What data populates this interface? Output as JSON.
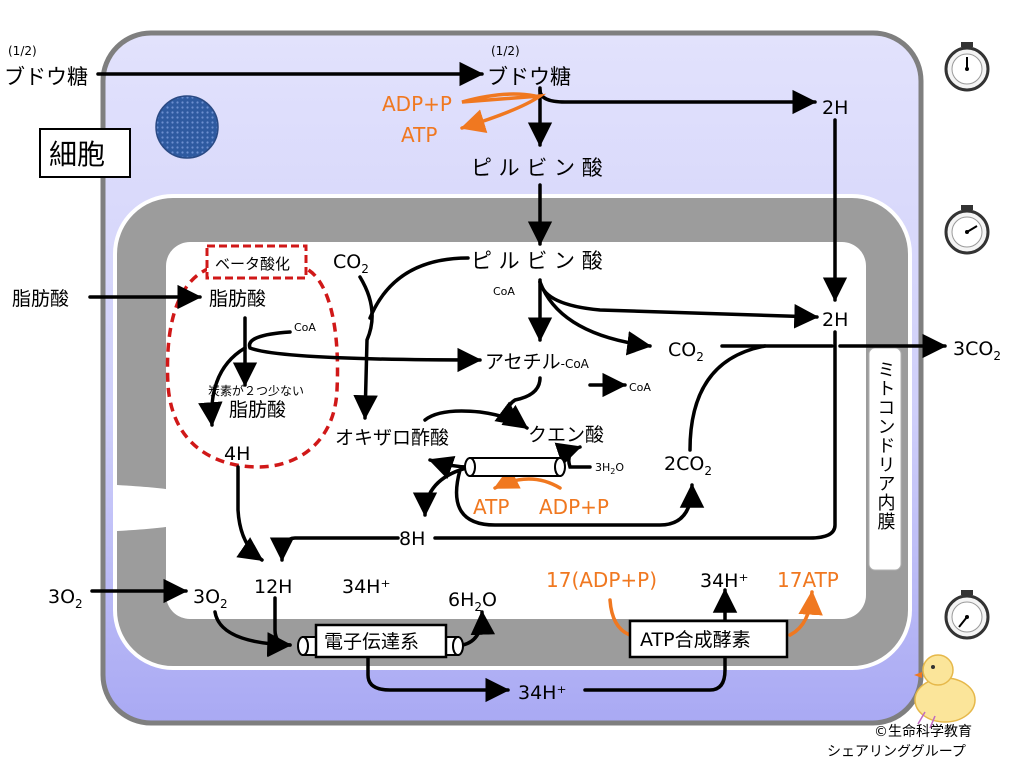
{
  "labels": {
    "half_left": "(1/2)",
    "glucose_left": "ブドウ糖",
    "half_right": "(1/2)",
    "glucose": "ブドウ糖",
    "adp_p_1": "ADP+P",
    "atp_1": "ATP",
    "two_h_top": "2H",
    "cell": "細胞",
    "pyruvate_cyto": "ピ ル ビ ン 酸",
    "beta_oxidation": "ベータ酸化",
    "co2_base": "CO",
    "co2_sub": "2",
    "pyruvate_mito": "ピ ル ビ ン 酸",
    "coa_1": "CoA",
    "fatty_acid_outside": "脂肪酸",
    "fatty_acid": "脂肪酸",
    "coa_2": "CoA",
    "two_h_mid": "2H",
    "co2_mid_base": "CO",
    "co2_mid_sub": "2",
    "three_co2_base": "3CO",
    "three_co2_sub": "2",
    "acetyl_main": "アセチル",
    "acetyl_coa": "-CoA",
    "carbon_two_less": "炭素が２つ少ない",
    "fatty_acid_2": "脂肪酸",
    "coa_3": "CoA",
    "membrane": "ミトコンドリア内膜",
    "oxaloacetate": "オキザロ酢酸",
    "citrate": "クエン酸",
    "four_h": "4H",
    "h2o_pre": "3H",
    "h2o_sub": "2",
    "h2o_post": "O",
    "two_co2_base": "2CO",
    "two_co2_sub": "2",
    "atp_2": "ATP",
    "adp_p_2": "ADP+P",
    "eight_h": "8H",
    "adp_17": "17(ADP+P)",
    "hplus_34_right": "34H⁺",
    "atp_17": "17ATP",
    "o2_left_base": "3O",
    "o2_left_sub": "2",
    "o2_in_base": "3O",
    "o2_in_sub": "2",
    "twelve_h": "12H",
    "hplus_34_mid": "34H⁺",
    "water_pre": "6H",
    "water_sub": "2",
    "water_post": "O",
    "etc": "電子伝達系",
    "atp_synthase": "ATP合成酵素",
    "hplus_34_bottom": "34H⁺",
    "copyright_1": "©生命科学教育",
    "copyright_2": "シェアリンググループ"
  },
  "colors": {
    "cell": "#d4d4fb",
    "cell_border": "#7f7f7f",
    "membrane": "#9c9c9c",
    "matrix": "#ffffff",
    "nucleus": "#2e5aa0",
    "accent": "#f07820",
    "beta_box": "#d01818"
  },
  "icons": [
    "stopwatch-icon",
    "stopwatch-icon",
    "stopwatch-icon",
    "chick-mascot-icon"
  ]
}
